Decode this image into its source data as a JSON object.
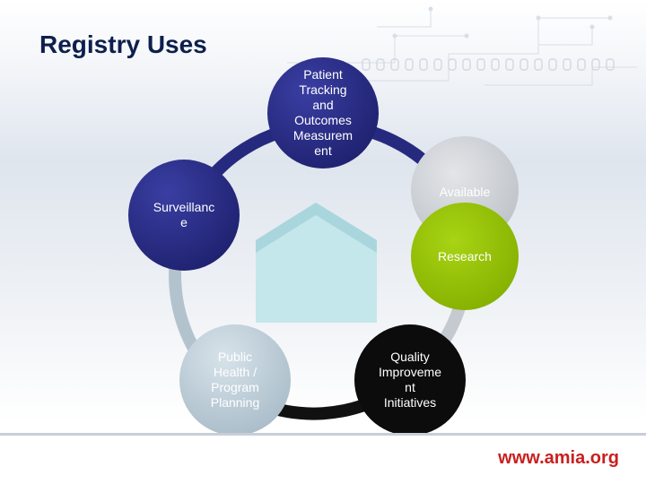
{
  "title": "Registry Uses",
  "footer": {
    "url": "www.amia.org"
  },
  "cycle": {
    "nodes": [
      {
        "key": "patient",
        "label": "Patient\nTracking\nand\nOutcomes\nMeasurem\nent",
        "fill": "#2b2e8c",
        "text": "#ffffff"
      },
      {
        "key": "available",
        "label": "Available",
        "fill": "#d4d6da",
        "text": "#ffffff"
      },
      {
        "key": "research",
        "label": "Research",
        "fill": "#97c20b",
        "text": "#ffffff"
      },
      {
        "key": "quality",
        "label": "Quality\nImproveme\nnt\nInitiatives",
        "fill": "#0c0c0c",
        "text": "#ffffff"
      },
      {
        "key": "public_health",
        "label": "Public\nHealth /\nProgram\nPlanning",
        "fill": "#b8c8d4",
        "text": "#ffffff"
      },
      {
        "key": "surveillance",
        "label": "Surveillanc\ne",
        "fill": "#2b2e8c",
        "text": "#ffffff"
      }
    ]
  },
  "colors": {
    "title": "#0d1f4d",
    "url": "#c8201f",
    "ring_top": "#262a7e",
    "ring_right": "#c5c9d0",
    "ring_bottom": "#111111",
    "ring_left": "#b3c3ce",
    "house": "#c4e7eb"
  }
}
